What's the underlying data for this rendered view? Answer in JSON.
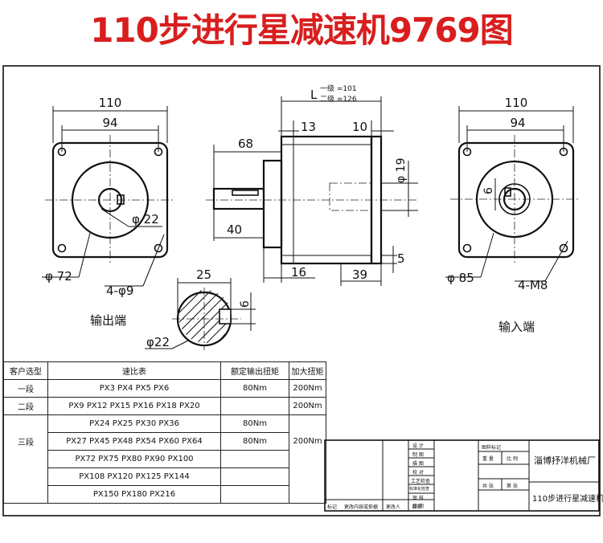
{
  "title": "110步进行星减速机9769图",
  "drawing": {
    "left_view": {
      "dim_width": "110",
      "dim_bolt_span": "94",
      "dim_shaft": "φ 22",
      "dim_pilot": "φ 72",
      "dim_holes": "4-φ9",
      "caption": "输出端"
    },
    "side_view": {
      "dim_length_prefix": "L",
      "dim_length_stage1": "一级 =101",
      "dim_length_stage2": "二级 =126",
      "dim_13": "13",
      "dim_10": "10",
      "dim_68": "68",
      "dim_19": "φ 19",
      "dim_40": "40",
      "dim_5": "5",
      "dim_16": "16",
      "dim_39": "39"
    },
    "key_section": {
      "dim_25": "25",
      "dim_6": "6",
      "dim_22": "φ22"
    },
    "right_view": {
      "dim_width": "110",
      "dim_bolt_span": "94",
      "dim_key": "6",
      "dim_pilot": "φ 85",
      "dim_holes": "4-M8",
      "caption": "输入端"
    }
  },
  "spec_table": {
    "headers": [
      "客户选型",
      "速比表",
      "额定输出扭矩",
      "加大扭矩"
    ],
    "rows": [
      {
        "stage": "一段",
        "ratios": "PX3 PX4 PX5 PX6",
        "rated": "80Nm",
        "boost": "200Nm"
      },
      {
        "stage": "二段",
        "ratios": "PX9 PX12 PX15 PX16 PX18 PX20",
        "rated": "",
        "boost": "200Nm"
      },
      {
        "stage": "",
        "ratios": "PX24 PX25 PX30 PX36",
        "rated": "80Nm",
        "boost": ""
      },
      {
        "stage": "三段",
        "ratios": "PX27 PX45 PX48 PX54 PX60 PX64",
        "rated": "80Nm",
        "boost": "200Nm"
      },
      {
        "stage": "",
        "ratios": "PX72 PX75 PX80 PX90 PX100",
        "rated": "",
        "boost": ""
      },
      {
        "stage": "",
        "ratios": "PX108 PX120 PX125 PX144",
        "rated": "",
        "boost": ""
      },
      {
        "stage": "",
        "ratios": "PX150 PX180 PX216",
        "rated": "",
        "boost": ""
      }
    ]
  },
  "title_block": {
    "company": "淄博抒洋机械厂",
    "drawing_name": "110步进行星减速机",
    "roles": [
      "设 计",
      "制 图",
      "描 图",
      "校 对",
      "工艺检查",
      "标准化检查",
      "审 核",
      "日 期"
    ],
    "mark": "图样标记",
    "weight": "重 量",
    "scale": "比 例",
    "total_sheets": "共 张",
    "sheet": "第 张",
    "footer": [
      "标记",
      "更改内容或依据",
      "更改人",
      "日期"
    ]
  }
}
